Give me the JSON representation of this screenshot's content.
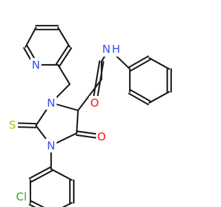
{
  "atoms": [
    {
      "id": "N_py",
      "label": "N",
      "color": "#3050F8"
    },
    {
      "id": "N_amide",
      "label": "N",
      "color": "#3050F8"
    },
    {
      "id": "H_amide",
      "label": "H",
      "color": "#3050F8"
    },
    {
      "id": "O_amide",
      "label": "O",
      "color": "#FF0D0D"
    },
    {
      "id": "N1",
      "label": "N",
      "color": "#3050F8"
    },
    {
      "id": "N3",
      "label": "N",
      "color": "#3050F8"
    },
    {
      "id": "S",
      "label": "S",
      "color": "#B8B800"
    },
    {
      "id": "O_ring",
      "label": "O",
      "color": "#FF0D0D"
    },
    {
      "id": "Cl",
      "label": "Cl",
      "color": "#1FB01F"
    }
  ],
  "bond_color": "#1a1a1a"
}
